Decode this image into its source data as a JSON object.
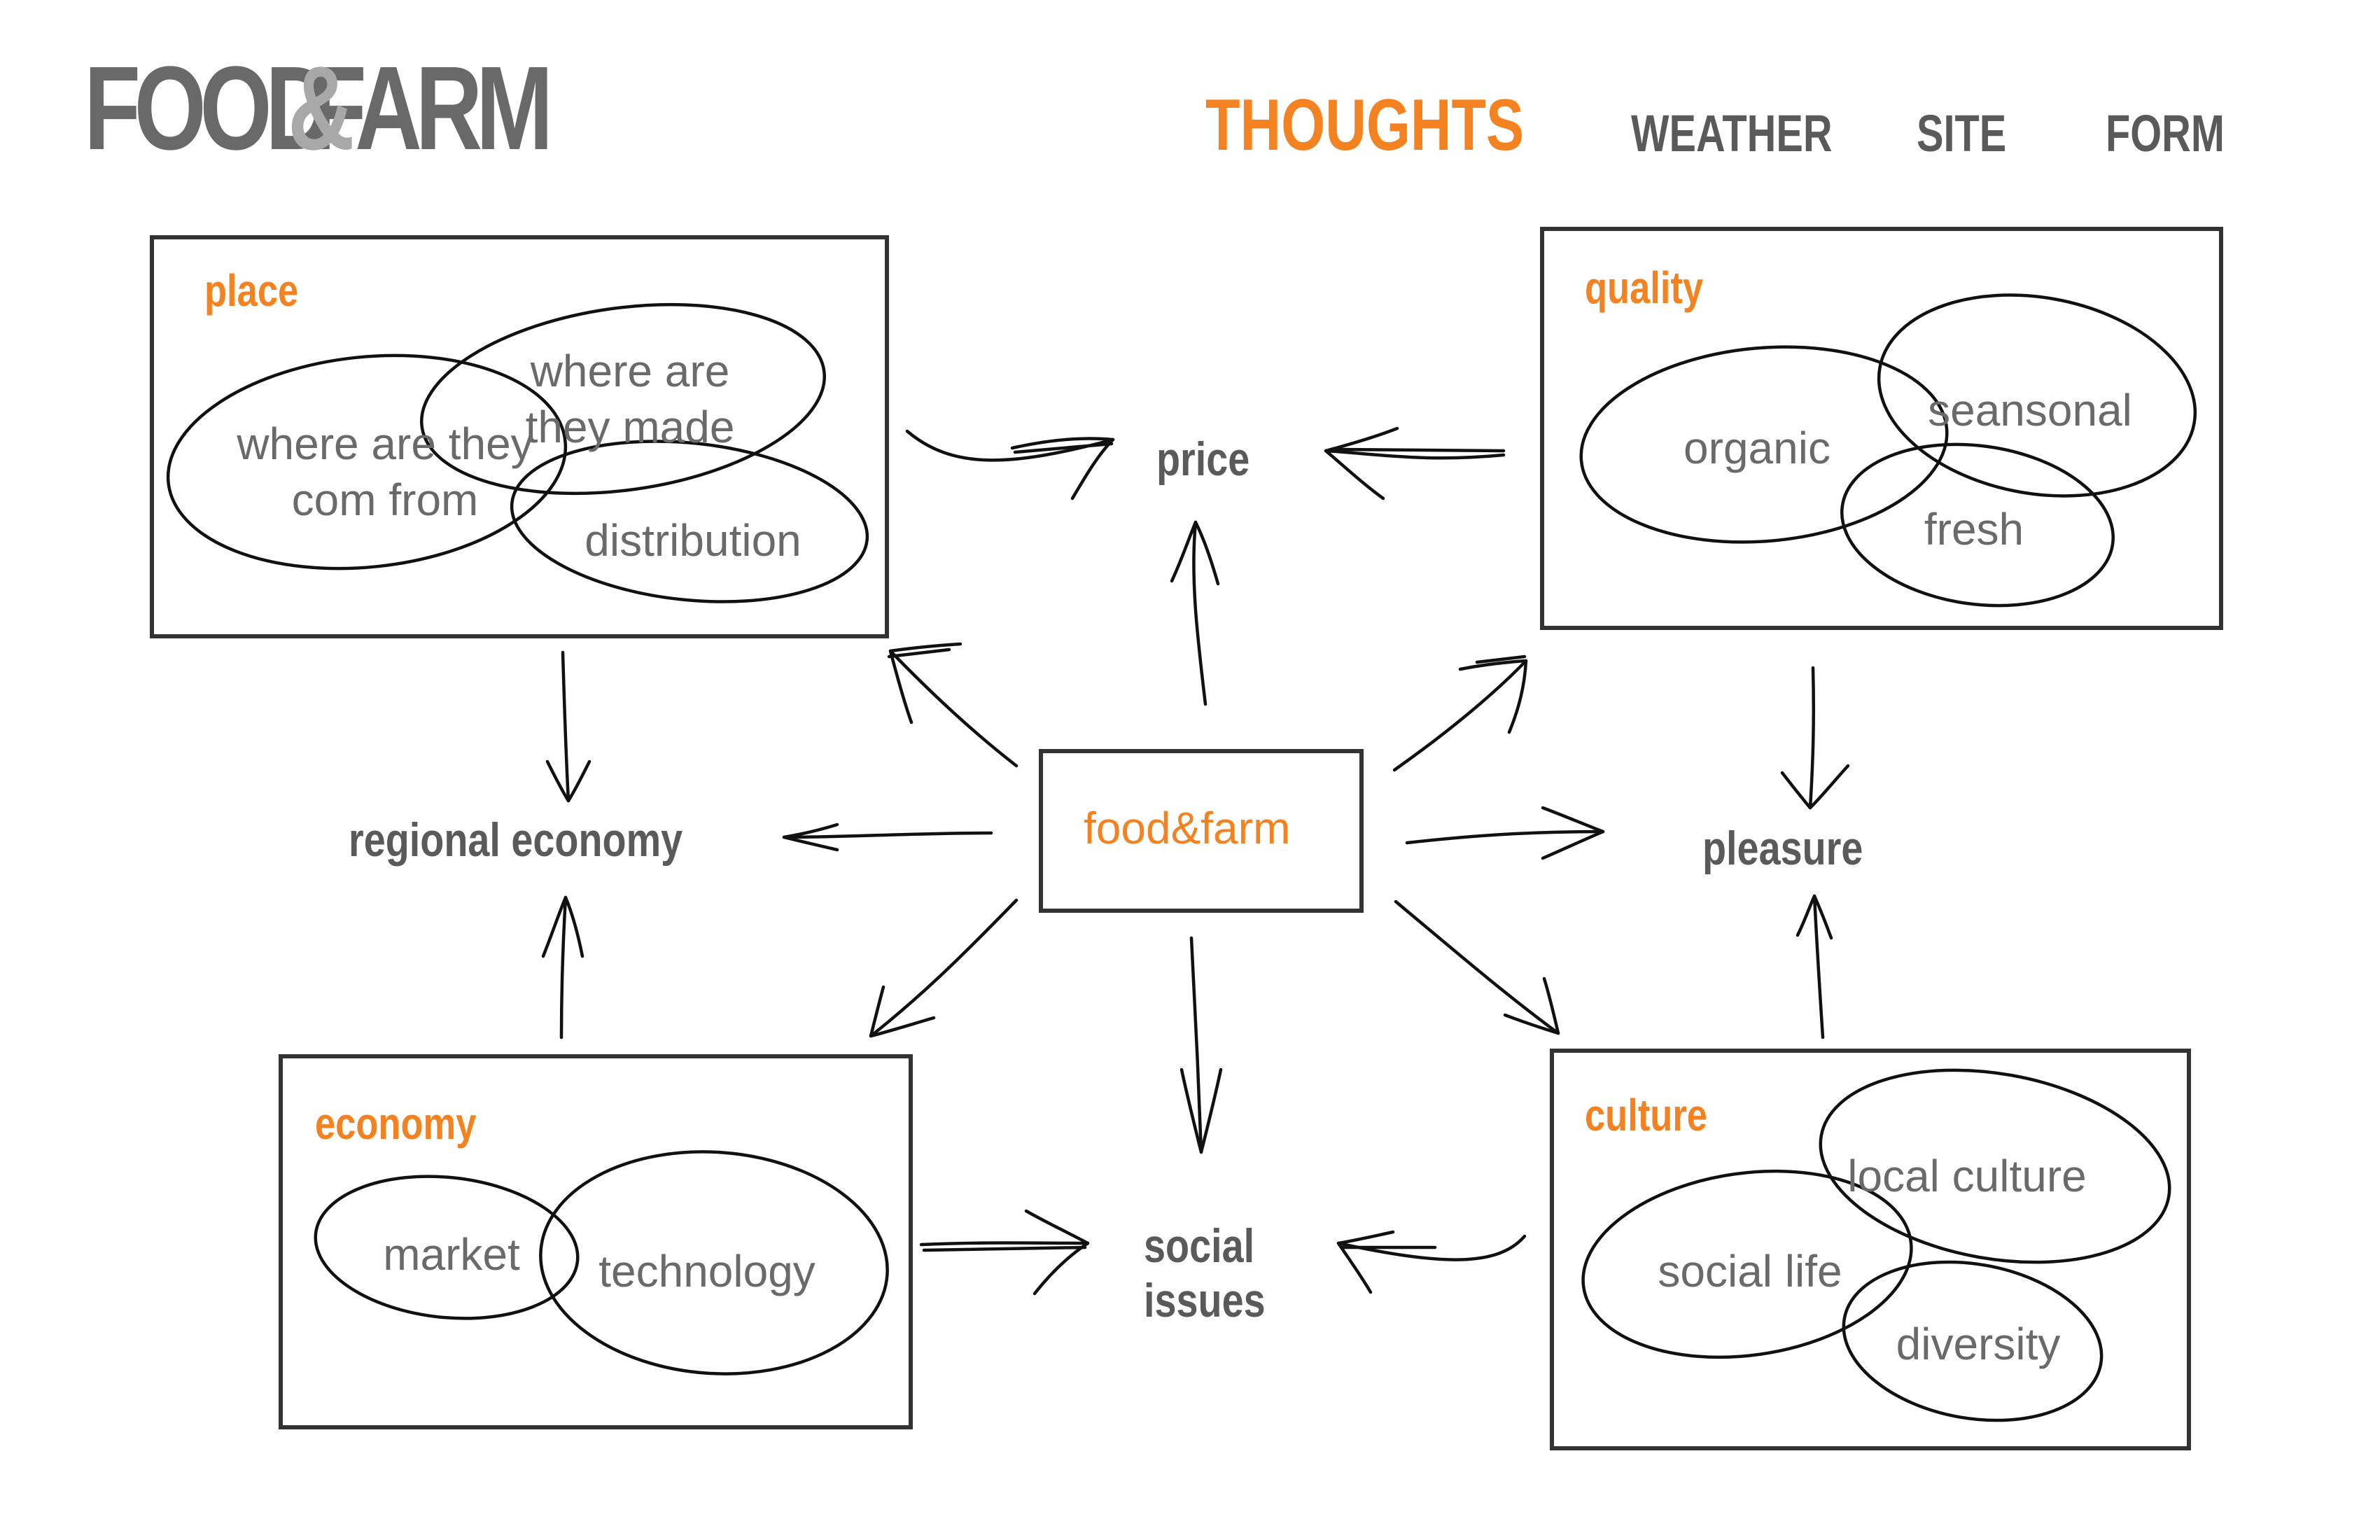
{
  "logo": {
    "word1": "FOOD",
    "amp": "&",
    "word2": "FARM"
  },
  "nav": {
    "active": "THOUGHTS",
    "items": [
      "WEATHER",
      "SITE",
      "FORM"
    ]
  },
  "center": "food&farm",
  "categories": {
    "place": {
      "title": "place",
      "items": [
        "where are they made",
        "where are they com from",
        "distribution"
      ]
    },
    "quality": {
      "title": "quality",
      "items": [
        "organic",
        "seansonal",
        "fresh"
      ]
    },
    "economy": {
      "title": "economy",
      "items": [
        "market",
        "technology"
      ]
    },
    "culture": {
      "title": "culture",
      "items": [
        "local culture",
        "social life",
        "diversity"
      ]
    }
  },
  "outcomes": {
    "price": "price",
    "regional_economy": "regional economy",
    "pleasure": "pleasure",
    "social_issues_1": "social",
    "social_issues_2": "issues"
  },
  "colors": {
    "accent": "#f58220",
    "text": "#5a5a5a",
    "stroke": "#333333"
  }
}
